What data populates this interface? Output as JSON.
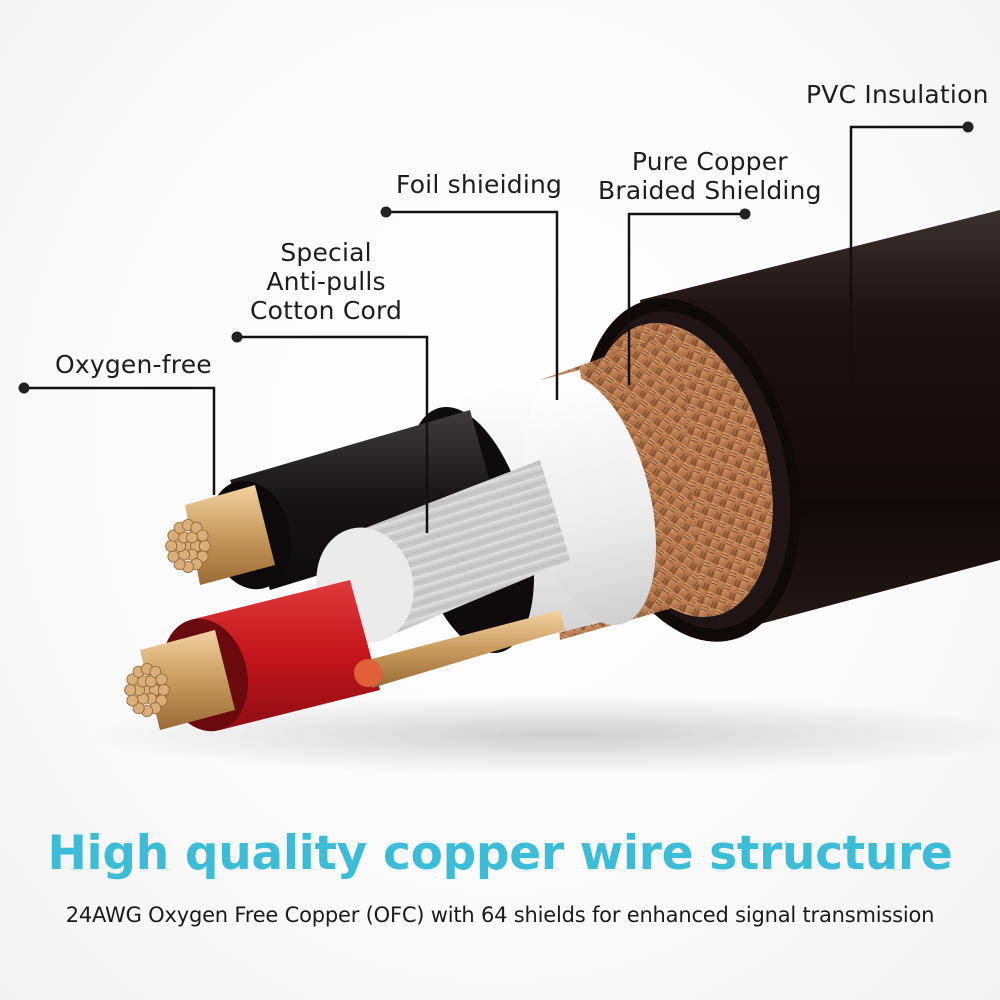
{
  "diagram": {
    "subject": "Audio cable cross-section",
    "callouts": [
      {
        "id": "pvc",
        "lines": [
          "PVC Insulation"
        ]
      },
      {
        "id": "braid",
        "lines": [
          "Pure Copper",
          "Braided Shielding"
        ]
      },
      {
        "id": "foil",
        "lines": [
          "Foil shieiding"
        ]
      },
      {
        "id": "cotton",
        "lines": [
          "Special",
          "Anti-pulls",
          "Cotton Cord"
        ]
      },
      {
        "id": "oxygen",
        "lines": [
          "Oxygen-free"
        ]
      }
    ],
    "components": [
      "pvc-outer-jacket",
      "copper-braided-shield",
      "foil-shield",
      "cotton-cord-filler",
      "black-insulated-conductor",
      "red-insulated-conductor",
      "drain-wire"
    ]
  },
  "headline": "High quality copper wire structure",
  "subline": "24AWG Oxygen Free Copper (OFC) with 64 shields for enhanced signal transmission",
  "colors": {
    "headline": "#3cbcd6",
    "text": "#1d1d1d",
    "jacket": "#140c0a",
    "copper": "#c48a5a",
    "strand": "#d9ae78",
    "red_insulation": "#c4161c",
    "foil": "#f2f2f2"
  }
}
